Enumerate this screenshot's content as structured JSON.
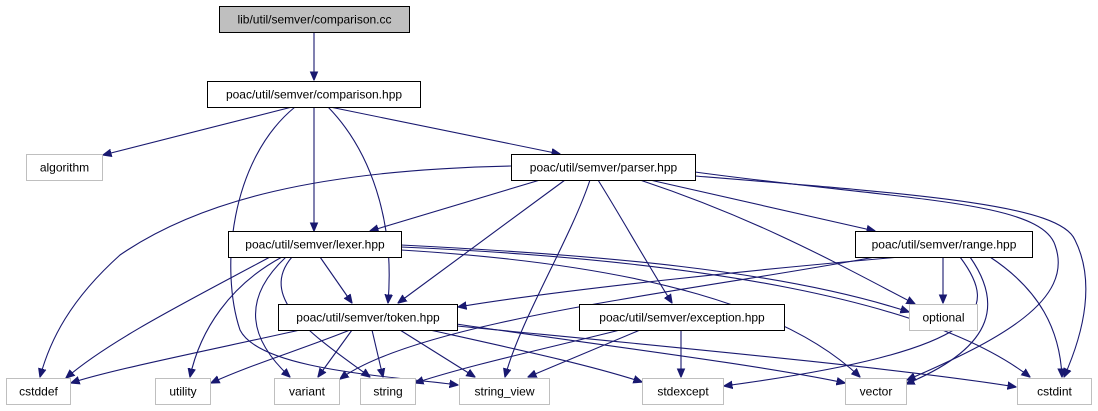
{
  "diagram": {
    "type": "include-dependency-graph",
    "nodes": {
      "comparison_cc": {
        "label": "lib/util/semver/comparison.cc",
        "kind": "root"
      },
      "comparison_hpp": {
        "label": "poac/util/semver/comparison.hpp",
        "kind": "internal"
      },
      "algorithm": {
        "label": "algorithm",
        "kind": "external"
      },
      "parser_hpp": {
        "label": "poac/util/semver/parser.hpp",
        "kind": "internal"
      },
      "lexer_hpp": {
        "label": "poac/util/semver/lexer.hpp",
        "kind": "internal"
      },
      "range_hpp": {
        "label": "poac/util/semver/range.hpp",
        "kind": "internal"
      },
      "token_hpp": {
        "label": "poac/util/semver/token.hpp",
        "kind": "internal"
      },
      "exception_hpp": {
        "label": "poac/util/semver/exception.hpp",
        "kind": "internal"
      },
      "optional": {
        "label": "optional",
        "kind": "external"
      },
      "cstddef": {
        "label": "cstddef",
        "kind": "external"
      },
      "utility": {
        "label": "utility",
        "kind": "external"
      },
      "variant": {
        "label": "variant",
        "kind": "external"
      },
      "string": {
        "label": "string",
        "kind": "external"
      },
      "string_view": {
        "label": "string_view",
        "kind": "external"
      },
      "stdexcept": {
        "label": "stdexcept",
        "kind": "external"
      },
      "vector": {
        "label": "vector",
        "kind": "external"
      },
      "cstdint": {
        "label": "cstdint",
        "kind": "external"
      }
    },
    "edges": [
      [
        "comparison_cc",
        "comparison_hpp"
      ],
      [
        "comparison_hpp",
        "algorithm"
      ],
      [
        "comparison_hpp",
        "parser_hpp"
      ],
      [
        "comparison_hpp",
        "lexer_hpp"
      ],
      [
        "comparison_hpp",
        "token_hpp"
      ],
      [
        "comparison_hpp",
        "string_view"
      ],
      [
        "parser_hpp",
        "lexer_hpp"
      ],
      [
        "parser_hpp",
        "range_hpp"
      ],
      [
        "parser_hpp",
        "token_hpp"
      ],
      [
        "parser_hpp",
        "exception_hpp"
      ],
      [
        "parser_hpp",
        "optional"
      ],
      [
        "parser_hpp",
        "cstddef"
      ],
      [
        "parser_hpp",
        "string_view"
      ],
      [
        "parser_hpp",
        "vector"
      ],
      [
        "parser_hpp",
        "cstdint"
      ],
      [
        "lexer_hpp",
        "token_hpp"
      ],
      [
        "lexer_hpp",
        "cstddef"
      ],
      [
        "lexer_hpp",
        "utility"
      ],
      [
        "lexer_hpp",
        "variant"
      ],
      [
        "lexer_hpp",
        "string"
      ],
      [
        "lexer_hpp",
        "optional"
      ],
      [
        "lexer_hpp",
        "vector"
      ],
      [
        "lexer_hpp",
        "cstdint"
      ],
      [
        "range_hpp",
        "token_hpp"
      ],
      [
        "range_hpp",
        "optional"
      ],
      [
        "range_hpp",
        "variant"
      ],
      [
        "range_hpp",
        "stdexcept"
      ],
      [
        "range_hpp",
        "vector"
      ],
      [
        "range_hpp",
        "cstdint"
      ],
      [
        "token_hpp",
        "cstddef"
      ],
      [
        "token_hpp",
        "utility"
      ],
      [
        "token_hpp",
        "variant"
      ],
      [
        "token_hpp",
        "string"
      ],
      [
        "token_hpp",
        "string_view"
      ],
      [
        "token_hpp",
        "stdexcept"
      ],
      [
        "token_hpp",
        "vector"
      ],
      [
        "token_hpp",
        "cstdint"
      ],
      [
        "exception_hpp",
        "string"
      ],
      [
        "exception_hpp",
        "string_view"
      ],
      [
        "exception_hpp",
        "stdexcept"
      ]
    ],
    "colors": {
      "edge": "#191970",
      "root_fill": "#bfbfbf",
      "internal_border": "#000000",
      "external_border": "#bfbfbf"
    }
  }
}
